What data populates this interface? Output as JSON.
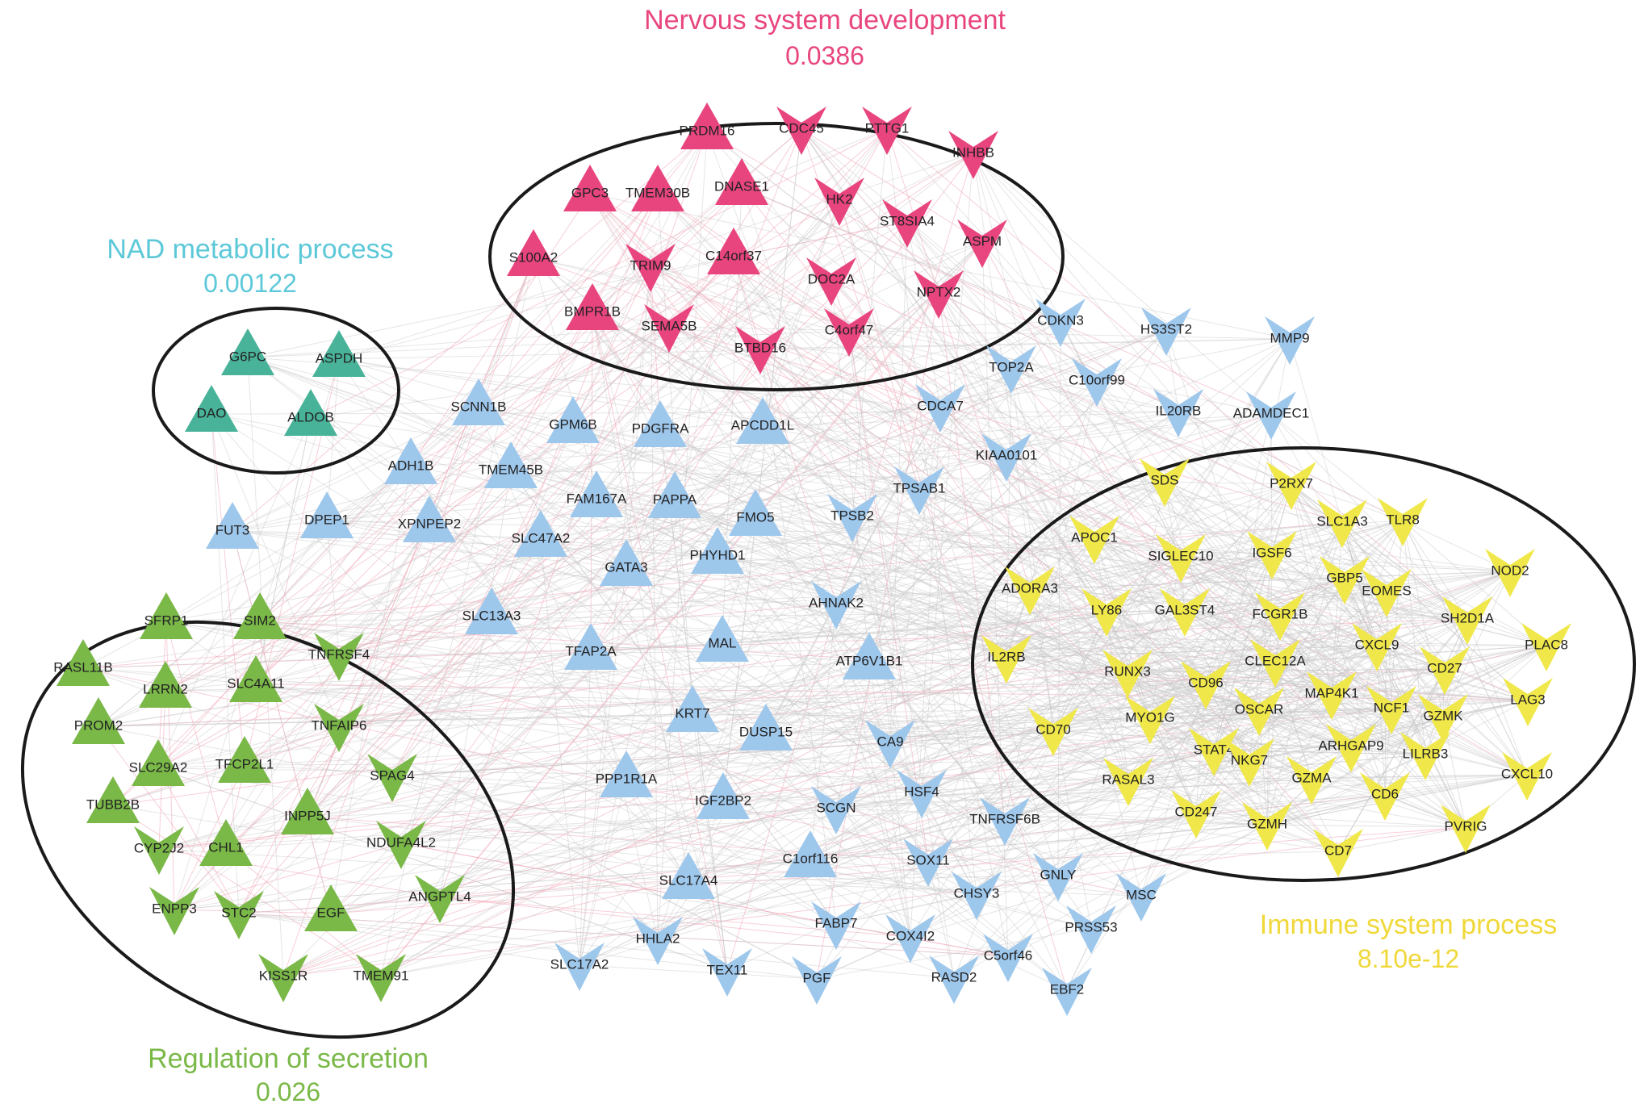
{
  "colors": {
    "nervous": "#e8457f",
    "nad": "#49b39a",
    "secretion": "#7ab848",
    "immune": "#f0e84a",
    "other": "#9ec7ec",
    "edge_gray": "#c8c8c8",
    "edge_pink": "#f0a8b8",
    "title_nervous": "#e8457f",
    "title_nad": "#5cc8d8",
    "title_secretion": "#7ab848",
    "title_immune": "#f0d83a"
  },
  "clusters": {
    "nervous": {
      "title": "Nervous system development",
      "pvalue": "0.0386"
    },
    "nad": {
      "title": "NAD metabolic process",
      "pvalue": "0.00122"
    },
    "secretion": {
      "title": "Regulation of secretion",
      "pvalue": "0.026"
    },
    "immune": {
      "title": "Immune system process",
      "pvalue": "8.10e-12"
    }
  },
  "nodes": [
    {
      "label": "PRDM16",
      "group": "nervous",
      "dir": "up"
    },
    {
      "label": "CDC45",
      "group": "nervous",
      "dir": "down"
    },
    {
      "label": "PTTG1",
      "group": "nervous",
      "dir": "down"
    },
    {
      "label": "INHBB",
      "group": "nervous",
      "dir": "down"
    },
    {
      "label": "GPC3",
      "group": "nervous",
      "dir": "up"
    },
    {
      "label": "TMEM30B",
      "group": "nervous",
      "dir": "up"
    },
    {
      "label": "DNASE1",
      "group": "nervous",
      "dir": "up"
    },
    {
      "label": "HK2",
      "group": "nervous",
      "dir": "down"
    },
    {
      "label": "ST8SIA4",
      "group": "nervous",
      "dir": "down"
    },
    {
      "label": "ASPM",
      "group": "nervous",
      "dir": "down"
    },
    {
      "label": "S100A2",
      "group": "nervous",
      "dir": "up"
    },
    {
      "label": "TRIM9",
      "group": "nervous",
      "dir": "down"
    },
    {
      "label": "C14orf37",
      "group": "nervous",
      "dir": "up"
    },
    {
      "label": "DOC2A",
      "group": "nervous",
      "dir": "down"
    },
    {
      "label": "NPTX2",
      "group": "nervous",
      "dir": "down"
    },
    {
      "label": "BMPR1B",
      "group": "nervous",
      "dir": "up"
    },
    {
      "label": "SEMA5B",
      "group": "nervous",
      "dir": "down"
    },
    {
      "label": "BTBD16",
      "group": "nervous",
      "dir": "down"
    },
    {
      "label": "C4orf47",
      "group": "nervous",
      "dir": "down"
    },
    {
      "label": "G6PC",
      "group": "nad",
      "dir": "up"
    },
    {
      "label": "ASPDH",
      "group": "nad",
      "dir": "up"
    },
    {
      "label": "DAO",
      "group": "nad",
      "dir": "up"
    },
    {
      "label": "ALDOB",
      "group": "nad",
      "dir": "up"
    },
    {
      "label": "SFRP1",
      "group": "secretion",
      "dir": "up"
    },
    {
      "label": "SIM2",
      "group": "secretion",
      "dir": "up"
    },
    {
      "label": "TNFRSF4",
      "group": "secretion",
      "dir": "down"
    },
    {
      "label": "RASL11B",
      "group": "secretion",
      "dir": "up"
    },
    {
      "label": "LRRN2",
      "group": "secretion",
      "dir": "up"
    },
    {
      "label": "SLC4A11",
      "group": "secretion",
      "dir": "up"
    },
    {
      "label": "PROM2",
      "group": "secretion",
      "dir": "up"
    },
    {
      "label": "TNFAIP6",
      "group": "secretion",
      "dir": "down"
    },
    {
      "label": "SLC29A2",
      "group": "secretion",
      "dir": "up"
    },
    {
      "label": "TFCP2L1",
      "group": "secretion",
      "dir": "up"
    },
    {
      "label": "SPAG4",
      "group": "secretion",
      "dir": "down"
    },
    {
      "label": "TUBB2B",
      "group": "secretion",
      "dir": "up"
    },
    {
      "label": "INPP5J",
      "group": "secretion",
      "dir": "up"
    },
    {
      "label": "CYP2J2",
      "group": "secretion",
      "dir": "down"
    },
    {
      "label": "CHL1",
      "group": "secretion",
      "dir": "up"
    },
    {
      "label": "NDUFA4L2",
      "group": "secretion",
      "dir": "down"
    },
    {
      "label": "ENPP3",
      "group": "secretion",
      "dir": "down"
    },
    {
      "label": "STC2",
      "group": "secretion",
      "dir": "down"
    },
    {
      "label": "EGF",
      "group": "secretion",
      "dir": "up"
    },
    {
      "label": "ANGPTL4",
      "group": "secretion",
      "dir": "down"
    },
    {
      "label": "KISS1R",
      "group": "secretion",
      "dir": "down"
    },
    {
      "label": "TMEM91",
      "group": "secretion",
      "dir": "down"
    },
    {
      "label": "SDS",
      "group": "immune",
      "dir": "down"
    },
    {
      "label": "P2RX7",
      "group": "immune",
      "dir": "down"
    },
    {
      "label": "APOC1",
      "group": "immune",
      "dir": "down"
    },
    {
      "label": "SLC1A3",
      "group": "immune",
      "dir": "down"
    },
    {
      "label": "TLR8",
      "group": "immune",
      "dir": "down"
    },
    {
      "label": "SIGLEC10",
      "group": "immune",
      "dir": "down"
    },
    {
      "label": "IGSF6",
      "group": "immune",
      "dir": "down"
    },
    {
      "label": "NOD2",
      "group": "immune",
      "dir": "down"
    },
    {
      "label": "ADORA3",
      "group": "immune",
      "dir": "down"
    },
    {
      "label": "GBP5",
      "group": "immune",
      "dir": "down"
    },
    {
      "label": "EOMES",
      "group": "immune",
      "dir": "down"
    },
    {
      "label": "LY86",
      "group": "immune",
      "dir": "down"
    },
    {
      "label": "GAL3ST4",
      "group": "immune",
      "dir": "down"
    },
    {
      "label": "FCGR1B",
      "group": "immune",
      "dir": "down"
    },
    {
      "label": "SH2D1A",
      "group": "immune",
      "dir": "down"
    },
    {
      "label": "IL2RB",
      "group": "immune",
      "dir": "down"
    },
    {
      "label": "CXCL9",
      "group": "immune",
      "dir": "down"
    },
    {
      "label": "PLAC8",
      "group": "immune",
      "dir": "down"
    },
    {
      "label": "RUNX3",
      "group": "immune",
      "dir": "down"
    },
    {
      "label": "CLEC12A",
      "group": "immune",
      "dir": "down"
    },
    {
      "label": "CD27",
      "group": "immune",
      "dir": "down"
    },
    {
      "label": "CD96",
      "group": "immune",
      "dir": "down"
    },
    {
      "label": "MAP4K1",
      "group": "immune",
      "dir": "down"
    },
    {
      "label": "NCF1",
      "group": "immune",
      "dir": "down"
    },
    {
      "label": "LAG3",
      "group": "immune",
      "dir": "down"
    },
    {
      "label": "MYO1G",
      "group": "immune",
      "dir": "down"
    },
    {
      "label": "OSCAR",
      "group": "immune",
      "dir": "down"
    },
    {
      "label": "GZMK",
      "group": "immune",
      "dir": "down"
    },
    {
      "label": "CD70",
      "group": "immune",
      "dir": "down"
    },
    {
      "label": "ARHGAP9",
      "group": "immune",
      "dir": "down"
    },
    {
      "label": "STAT4",
      "group": "immune",
      "dir": "down"
    },
    {
      "label": "NKG7",
      "group": "immune",
      "dir": "down"
    },
    {
      "label": "LILRB3",
      "group": "immune",
      "dir": "down"
    },
    {
      "label": "RASAL3",
      "group": "immune",
      "dir": "down"
    },
    {
      "label": "GZMA",
      "group": "immune",
      "dir": "down"
    },
    {
      "label": "CXCL10",
      "group": "immune",
      "dir": "down"
    },
    {
      "label": "CD6",
      "group": "immune",
      "dir": "down"
    },
    {
      "label": "CD247",
      "group": "immune",
      "dir": "down"
    },
    {
      "label": "GZMH",
      "group": "immune",
      "dir": "down"
    },
    {
      "label": "PVRIG",
      "group": "immune",
      "dir": "down"
    },
    {
      "label": "CD7",
      "group": "immune",
      "dir": "down"
    },
    {
      "label": "CDKN3",
      "group": "other",
      "dir": "down"
    },
    {
      "label": "HS3ST2",
      "group": "other",
      "dir": "down"
    },
    {
      "label": "MMP9",
      "group": "other",
      "dir": "down"
    },
    {
      "label": "TOP2A",
      "group": "other",
      "dir": "down"
    },
    {
      "label": "C10orf99",
      "group": "other",
      "dir": "down"
    },
    {
      "label": "SCNN1B",
      "group": "other",
      "dir": "up"
    },
    {
      "label": "IL20RB",
      "group": "other",
      "dir": "down"
    },
    {
      "label": "ADAMDEC1",
      "group": "other",
      "dir": "down"
    },
    {
      "label": "CDCA7",
      "group": "other",
      "dir": "down"
    },
    {
      "label": "GPM6B",
      "group": "other",
      "dir": "up"
    },
    {
      "label": "PDGFRA",
      "group": "other",
      "dir": "up"
    },
    {
      "label": "APCDD1L",
      "group": "other",
      "dir": "up"
    },
    {
      "label": "ADH1B",
      "group": "other",
      "dir": "up"
    },
    {
      "label": "TMEM45B",
      "group": "other",
      "dir": "up"
    },
    {
      "label": "KIAA0101",
      "group": "other",
      "dir": "down"
    },
    {
      "label": "FAM167A",
      "group": "other",
      "dir": "up"
    },
    {
      "label": "PAPPA",
      "group": "other",
      "dir": "up"
    },
    {
      "label": "TPSAB1",
      "group": "other",
      "dir": "down"
    },
    {
      "label": "FUT3",
      "group": "other",
      "dir": "up"
    },
    {
      "label": "DPEP1",
      "group": "other",
      "dir": "up"
    },
    {
      "label": "XPNPEP2",
      "group": "other",
      "dir": "up"
    },
    {
      "label": "FMO5",
      "group": "other",
      "dir": "up"
    },
    {
      "label": "TPSB2",
      "group": "other",
      "dir": "down"
    },
    {
      "label": "SLC47A2",
      "group": "other",
      "dir": "up"
    },
    {
      "label": "PHYHD1",
      "group": "other",
      "dir": "up"
    },
    {
      "label": "GATA3",
      "group": "other",
      "dir": "up"
    },
    {
      "label": "AHNAK2",
      "group": "other",
      "dir": "down"
    },
    {
      "label": "SLC13A3",
      "group": "other",
      "dir": "up"
    },
    {
      "label": "MAL",
      "group": "other",
      "dir": "up"
    },
    {
      "label": "TFAP2A",
      "group": "other",
      "dir": "up"
    },
    {
      "label": "ATP6V1B1",
      "group": "other",
      "dir": "up"
    },
    {
      "label": "KRT7",
      "group": "other",
      "dir": "up"
    },
    {
      "label": "DUSP15",
      "group": "other",
      "dir": "up"
    },
    {
      "label": "CA9",
      "group": "other",
      "dir": "down"
    },
    {
      "label": "PPP1R1A",
      "group": "other",
      "dir": "up"
    },
    {
      "label": "HSF4",
      "group": "other",
      "dir": "down"
    },
    {
      "label": "IGF2BP2",
      "group": "other",
      "dir": "up"
    },
    {
      "label": "SCGN",
      "group": "other",
      "dir": "down"
    },
    {
      "label": "TNFRSF6B",
      "group": "other",
      "dir": "down"
    },
    {
      "label": "C1orf116",
      "group": "other",
      "dir": "up"
    },
    {
      "label": "SOX11",
      "group": "other",
      "dir": "down"
    },
    {
      "label": "GNLY",
      "group": "other",
      "dir": "down"
    },
    {
      "label": "SLC17A4",
      "group": "other",
      "dir": "up"
    },
    {
      "label": "CHSY3",
      "group": "other",
      "dir": "down"
    },
    {
      "label": "MSC",
      "group": "other",
      "dir": "down"
    },
    {
      "label": "FABP7",
      "group": "other",
      "dir": "down"
    },
    {
      "label": "COX4I2",
      "group": "other",
      "dir": "down"
    },
    {
      "label": "PRSS53",
      "group": "other",
      "dir": "down"
    },
    {
      "label": "HHLA2",
      "group": "other",
      "dir": "down"
    },
    {
      "label": "C5orf46",
      "group": "other",
      "dir": "down"
    },
    {
      "label": "SLC17A2",
      "group": "other",
      "dir": "down"
    },
    {
      "label": "TEX11",
      "group": "other",
      "dir": "down"
    },
    {
      "label": "PGF",
      "group": "other",
      "dir": "down"
    },
    {
      "label": "RASD2",
      "group": "other",
      "dir": "down"
    },
    {
      "label": "EBF2",
      "group": "other",
      "dir": "down"
    }
  ]
}
